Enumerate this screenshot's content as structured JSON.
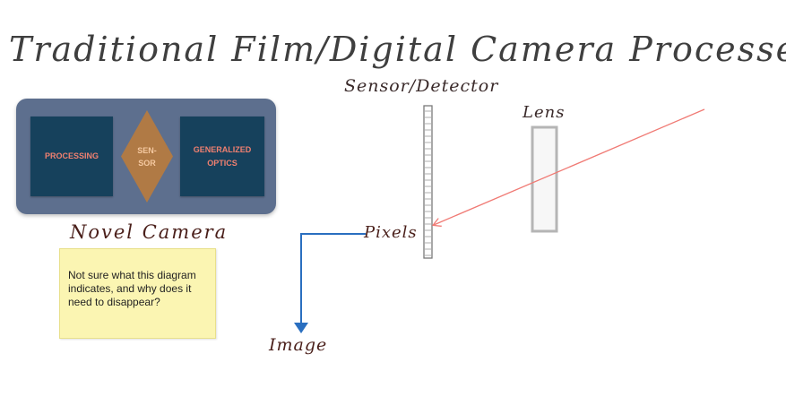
{
  "title": "Traditional Film/Digital Camera Processes",
  "labels": {
    "sensor_detector": "Sensor/Detector",
    "lens": "Lens",
    "pixels": "Pixels",
    "image": "Image",
    "novel_camera": "Novel Camera"
  },
  "novel_camera_diagram": {
    "processing": "PROCESSING",
    "sensor_line1": "SEN-",
    "sensor_line2": "SOR",
    "optics_line1": "GENERALIZED",
    "optics_line2": "OPTICS"
  },
  "note": {
    "text": "Not sure what this diagram indicates, and why does it need to disappear?"
  },
  "colors": {
    "panel": "#5d6f8e",
    "block": "#16415c",
    "block_text": "#f08070",
    "diamond": "#b07a45",
    "light_ray": "#f07a74",
    "output_arrow": "#2a6fc0",
    "note_bg": "#fbf5b2"
  }
}
